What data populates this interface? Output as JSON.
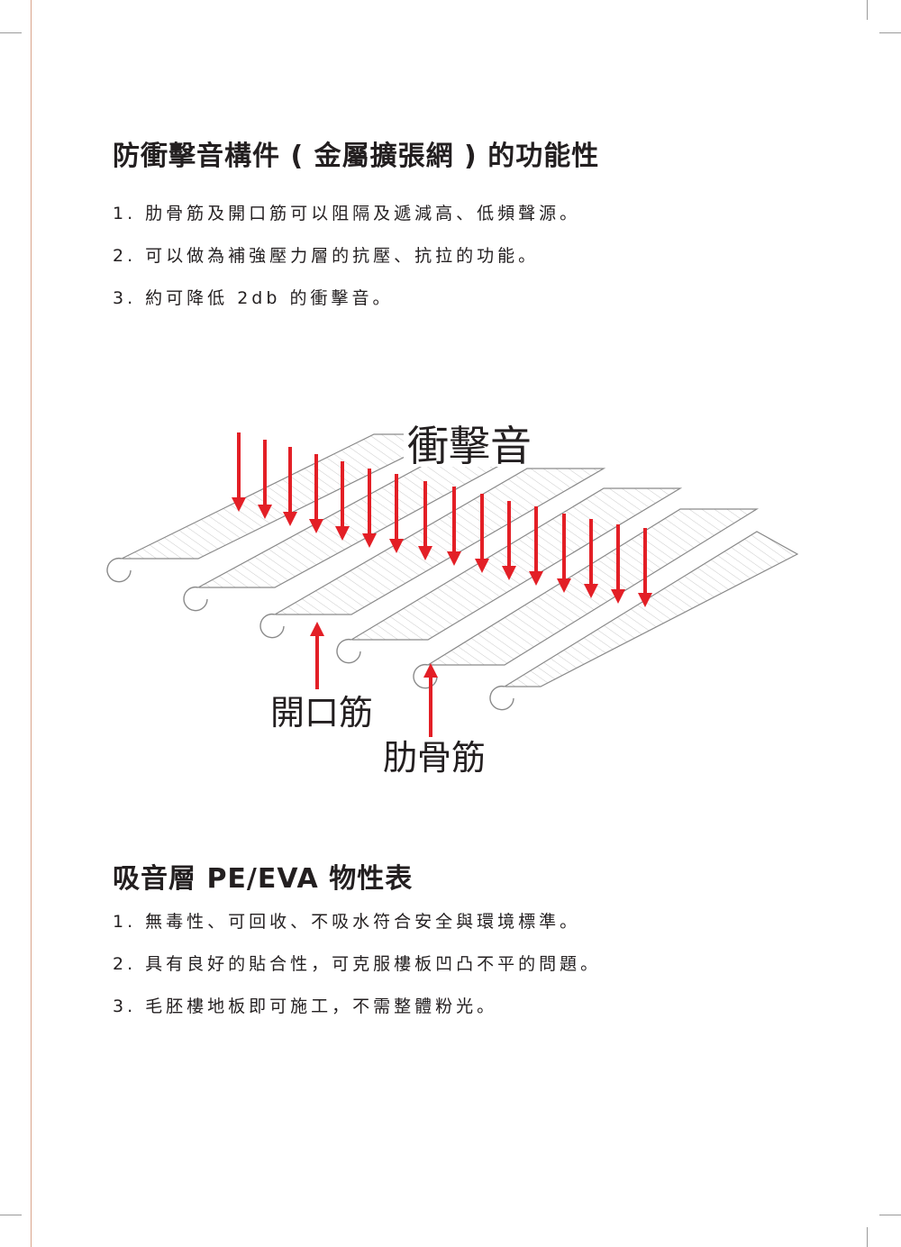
{
  "section1": {
    "title": "防衝擊音構件 ( 金屬擴張網 ) 的功能性",
    "items": [
      "1. 肋骨筋及開口筋可以阻隔及遞減高、低頻聲源。",
      "2. 可以做為補強壓力層的抗壓、抗拉的功能。",
      "3. 約可降低 2db 的衝擊音。"
    ]
  },
  "figure": {
    "impact_label": "衝擊音",
    "opening_label": "開口筋",
    "rib_label": "肋骨筋",
    "arrow_color": "#e31f26",
    "line_color": "#8a8a8a"
  },
  "section2": {
    "title": "吸音層 PE/EVA 物性表",
    "items": [
      "1. 無毒性、可回收、不吸水符合安全與環境標準。",
      "2. 具有良好的貼合性，可克服樓板凹凸不平的問題。",
      "3. 毛胚樓地板即可施工，不需整體粉光。"
    ]
  }
}
